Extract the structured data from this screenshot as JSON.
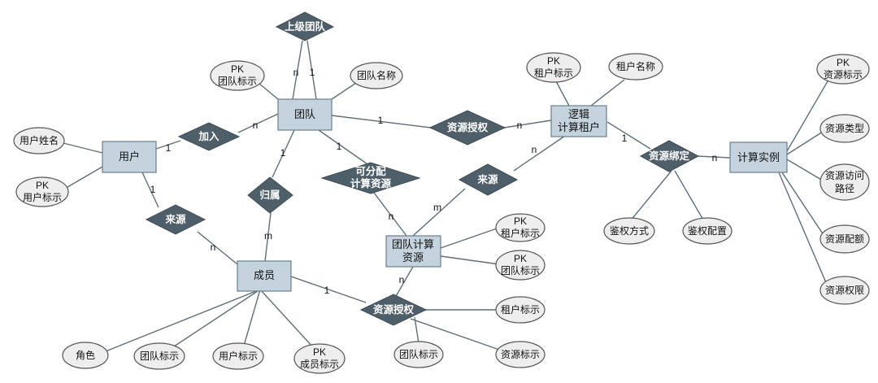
{
  "entities": {
    "team": "团队",
    "user": "用户",
    "member": "成员",
    "logical_tenant": [
      "逻辑",
      "计算租户"
    ],
    "team_compute_resource": [
      "团队计算",
      "资源"
    ],
    "compute_instance": "计算实例"
  },
  "relations": {
    "parent_team": "上级团队",
    "join": "加入",
    "resource_auth_tenant": "资源授权",
    "belongs_to": "归属",
    "allocatable_resource": [
      "可分配",
      "计算资源"
    ],
    "source_tenant": "来源",
    "source_member": "来源",
    "resource_binding": "资源绑定",
    "resource_auth_member": "资源授权"
  },
  "attributes": {
    "team_id": [
      "PK",
      "团队标示"
    ],
    "team_name": "团队名称",
    "user_name": "用户姓名",
    "user_id": [
      "PK",
      "用户标示"
    ],
    "tenant_id": [
      "PK",
      "租户标示"
    ],
    "tenant_name": "租户名称",
    "resource_id": [
      "PK",
      "资源标示"
    ],
    "resource_type": "资源类型",
    "resource_access_path": [
      "资源访问",
      "路径"
    ],
    "resource_quota": "资源配额",
    "resource_permission": "资源权限",
    "auth_method": "鉴权方式",
    "auth_config": "鉴权配置",
    "tcr_tenant_id": [
      "PK",
      "租户标示"
    ],
    "tcr_team_id": [
      "PK",
      "团队标示"
    ],
    "role": "角色",
    "member_team_id": "团队标示",
    "member_user_id": "用户标示",
    "member_id": [
      "PK",
      "成员标示"
    ],
    "auth_tenant_id": "租户标示",
    "auth_team_id": "团队标示",
    "auth_resource_id": "资源标示"
  },
  "cardinalities": {
    "parent_n": "n",
    "parent_1": "1",
    "join_user": "1",
    "join_team": "n",
    "auth_team": "1",
    "auth_tenant": "n",
    "belong_team": "1",
    "belong_member": "m",
    "alloc_team": "1",
    "alloc_tcr": "n",
    "src_tcr": "m",
    "src_tenant": "n",
    "bind_tenant": "1",
    "bind_instance": "n",
    "srcm_user": "1",
    "srcm_member": "n",
    "authm_member": "1",
    "authm_tcr": "n"
  },
  "colors": {
    "entity_fill": "#c4d3dd",
    "relation_fill": "#4e5f69",
    "attribute_fill": "#eeeeee",
    "edge": "#5f6f78"
  }
}
